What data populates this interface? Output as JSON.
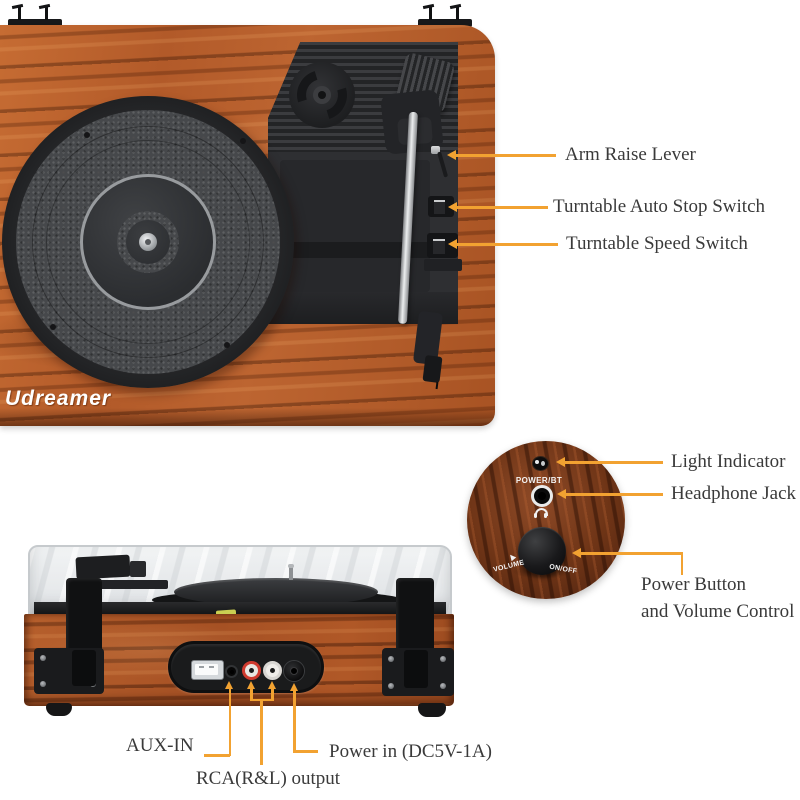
{
  "colors": {
    "annotation": "#F2A231",
    "wood_top": "#b45d2b",
    "wood_front": "#a85424",
    "wood_inset": "#6e3418",
    "label_text": "#3a3a3a"
  },
  "annotations": {
    "arm_raise": "Arm Raise Lever",
    "auto_stop": "Turntable Auto Stop Switch",
    "speed": "Turntable Speed Switch",
    "light": "Light Indicator",
    "headphone": "Headphone Jack",
    "power_button_line1": "Power Button",
    "power_button_line2": "and Volume Control",
    "aux_in": "AUX-IN",
    "rca": "RCA(R&L) output",
    "power_in": "Power in (DC5V-1A)"
  },
  "device": {
    "brand": "Udreamer",
    "inset_panel": {
      "power_bt": "POWER/BT",
      "volume": "VOLUME",
      "on_off": "ON/OFF"
    }
  },
  "icons": {
    "headphone_icon": "css-arc-with-two-earcups",
    "volume_arrow_icon": "css-white-triangle"
  }
}
